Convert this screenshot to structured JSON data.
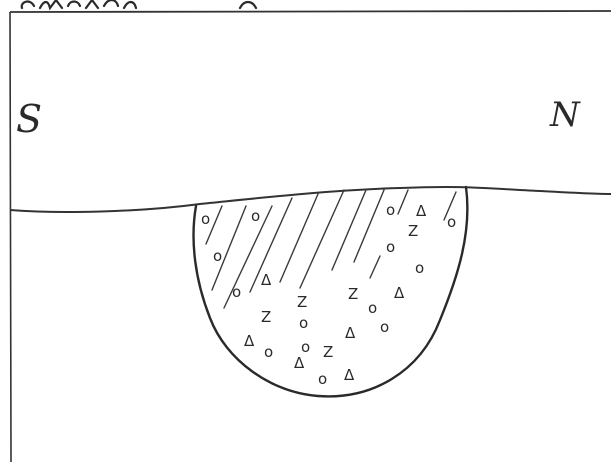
{
  "labels": {
    "left": "S",
    "right": "N"
  },
  "symbols": {
    "circle": "o",
    "triangle": "Δ",
    "zigzag": "Z"
  },
  "colors": {
    "ink": "#2a2a2a",
    "paper": "#ffffff"
  }
}
